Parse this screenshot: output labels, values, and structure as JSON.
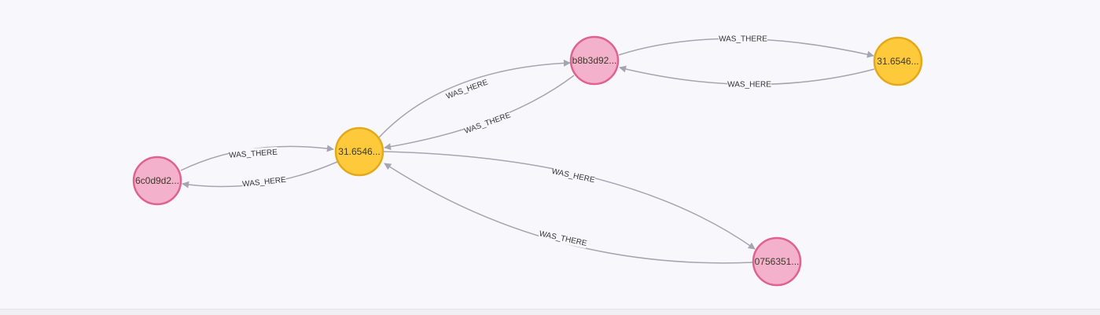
{
  "graph": {
    "colors": {
      "person_fill": "#f4b1cb",
      "person_stroke": "#e0628e",
      "location_fill": "#ffc93c",
      "location_stroke": "#e3a91b",
      "edge": "#a5a5b1",
      "background": "#f8f8fc"
    },
    "nodes": [
      {
        "id": "p_6c0d",
        "label": "6c0d9d2...",
        "kind": "person"
      },
      {
        "id": "loc_a",
        "label": "31.6546...",
        "kind": "location"
      },
      {
        "id": "p_b8b3",
        "label": "b8b3d92...",
        "kind": "person"
      },
      {
        "id": "loc_b",
        "label": "31.6546...",
        "kind": "location"
      },
      {
        "id": "p_0756",
        "label": "0756351...",
        "kind": "person"
      }
    ],
    "edges": [
      {
        "id": "e1",
        "from": "p_6c0d",
        "to": "loc_a",
        "label": "WAS_THERE"
      },
      {
        "id": "e2",
        "from": "loc_a",
        "to": "p_6c0d",
        "label": "WAS_HERE"
      },
      {
        "id": "e3",
        "from": "loc_a",
        "to": "p_b8b3",
        "label": "WAS_HERE"
      },
      {
        "id": "e4",
        "from": "p_b8b3",
        "to": "loc_a",
        "label": "WAS_THERE"
      },
      {
        "id": "e5",
        "from": "p_b8b3",
        "to": "loc_b",
        "label": "WAS_THERE"
      },
      {
        "id": "e6",
        "from": "loc_b",
        "to": "p_b8b3",
        "label": "WAS_HERE"
      },
      {
        "id": "e7",
        "from": "loc_a",
        "to": "p_0756",
        "label": "WAS_HERE"
      },
      {
        "id": "e8",
        "from": "p_0756",
        "to": "loc_a",
        "label": "WAS_THERE"
      }
    ]
  }
}
